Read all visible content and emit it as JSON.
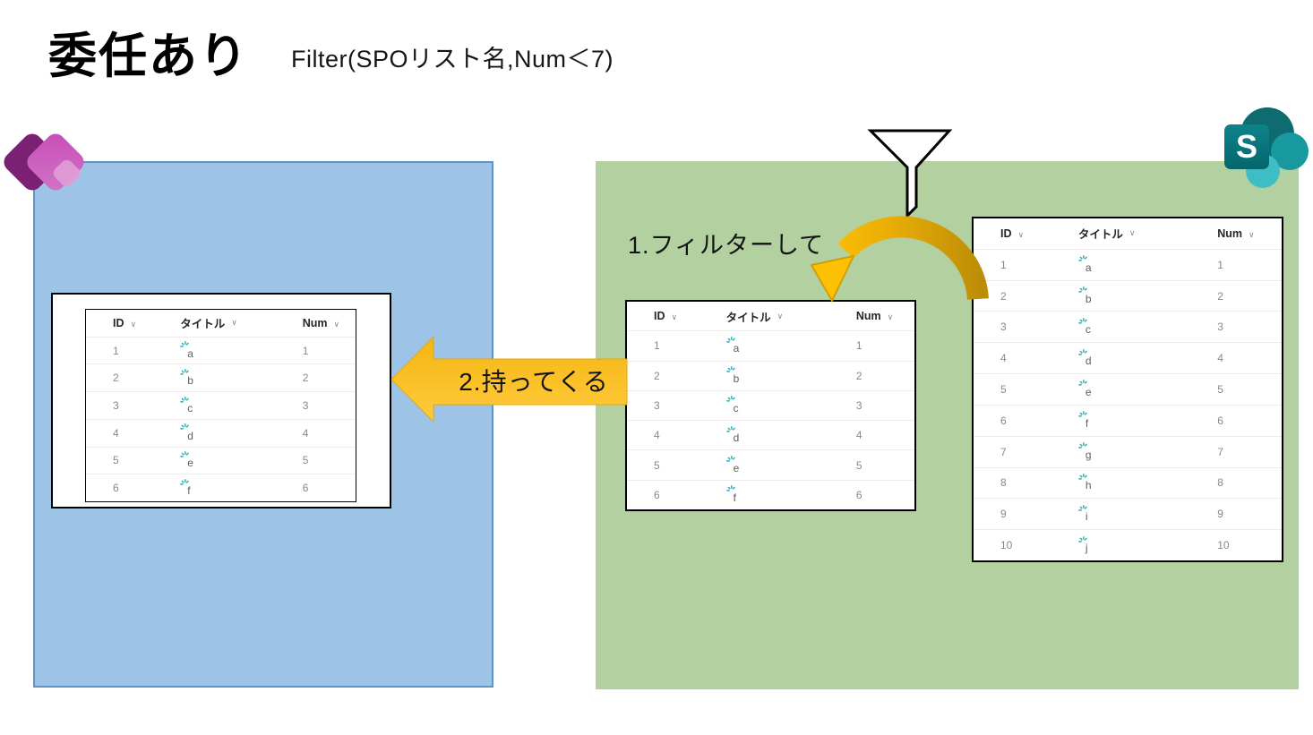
{
  "page": {
    "title": "委任あり",
    "formula": "Filter(SPOリスト名,Num＜7)"
  },
  "steps": {
    "step1": "1.フィルターして",
    "step2": "2.持ってくる"
  },
  "icons": {
    "powerapps": "power-apps-logo",
    "sharepoint": "sharepoint-logo",
    "sharepoint_letter": "S",
    "funnel": "funnel-icon",
    "chevron": "∨",
    "sparkle": "title-sparkle-icon"
  },
  "colors": {
    "blue_panel": "#9DC3E6",
    "blue_panel_border": "#5E94C8",
    "green_panel": "#B3D1A0",
    "arrow_gold": "#FFC103",
    "arrow_dark_gold": "#BD8D07",
    "sparkle": "#2AABB5",
    "table_border": "#000000",
    "header_text": "#262626",
    "cell_text": "#8A8886"
  },
  "tables": {
    "app_table": {
      "headers": [
        "ID",
        "タイトル",
        "Num"
      ],
      "rows": [
        [
          "1",
          "a",
          "1"
        ],
        [
          "2",
          "b",
          "2"
        ],
        [
          "3",
          "c",
          "3"
        ],
        [
          "4",
          "d",
          "4"
        ],
        [
          "5",
          "e",
          "5"
        ],
        [
          "6",
          "f",
          "6"
        ]
      ]
    },
    "filtered_table": {
      "headers": [
        "ID",
        "タイトル",
        "Num"
      ],
      "rows": [
        [
          "1",
          "a",
          "1"
        ],
        [
          "2",
          "b",
          "2"
        ],
        [
          "3",
          "c",
          "3"
        ],
        [
          "4",
          "d",
          "4"
        ],
        [
          "5",
          "e",
          "5"
        ],
        [
          "6",
          "f",
          "6"
        ]
      ]
    },
    "source_table": {
      "headers": [
        "ID",
        "タイトル",
        "Num"
      ],
      "rows": [
        [
          "1",
          "a",
          "1"
        ],
        [
          "2",
          "b",
          "2"
        ],
        [
          "3",
          "c",
          "3"
        ],
        [
          "4",
          "d",
          "4"
        ],
        [
          "5",
          "e",
          "5"
        ],
        [
          "6",
          "f",
          "6"
        ],
        [
          "7",
          "g",
          "7"
        ],
        [
          "8",
          "h",
          "8"
        ],
        [
          "9",
          "i",
          "9"
        ],
        [
          "10",
          "j",
          "10"
        ]
      ]
    }
  }
}
